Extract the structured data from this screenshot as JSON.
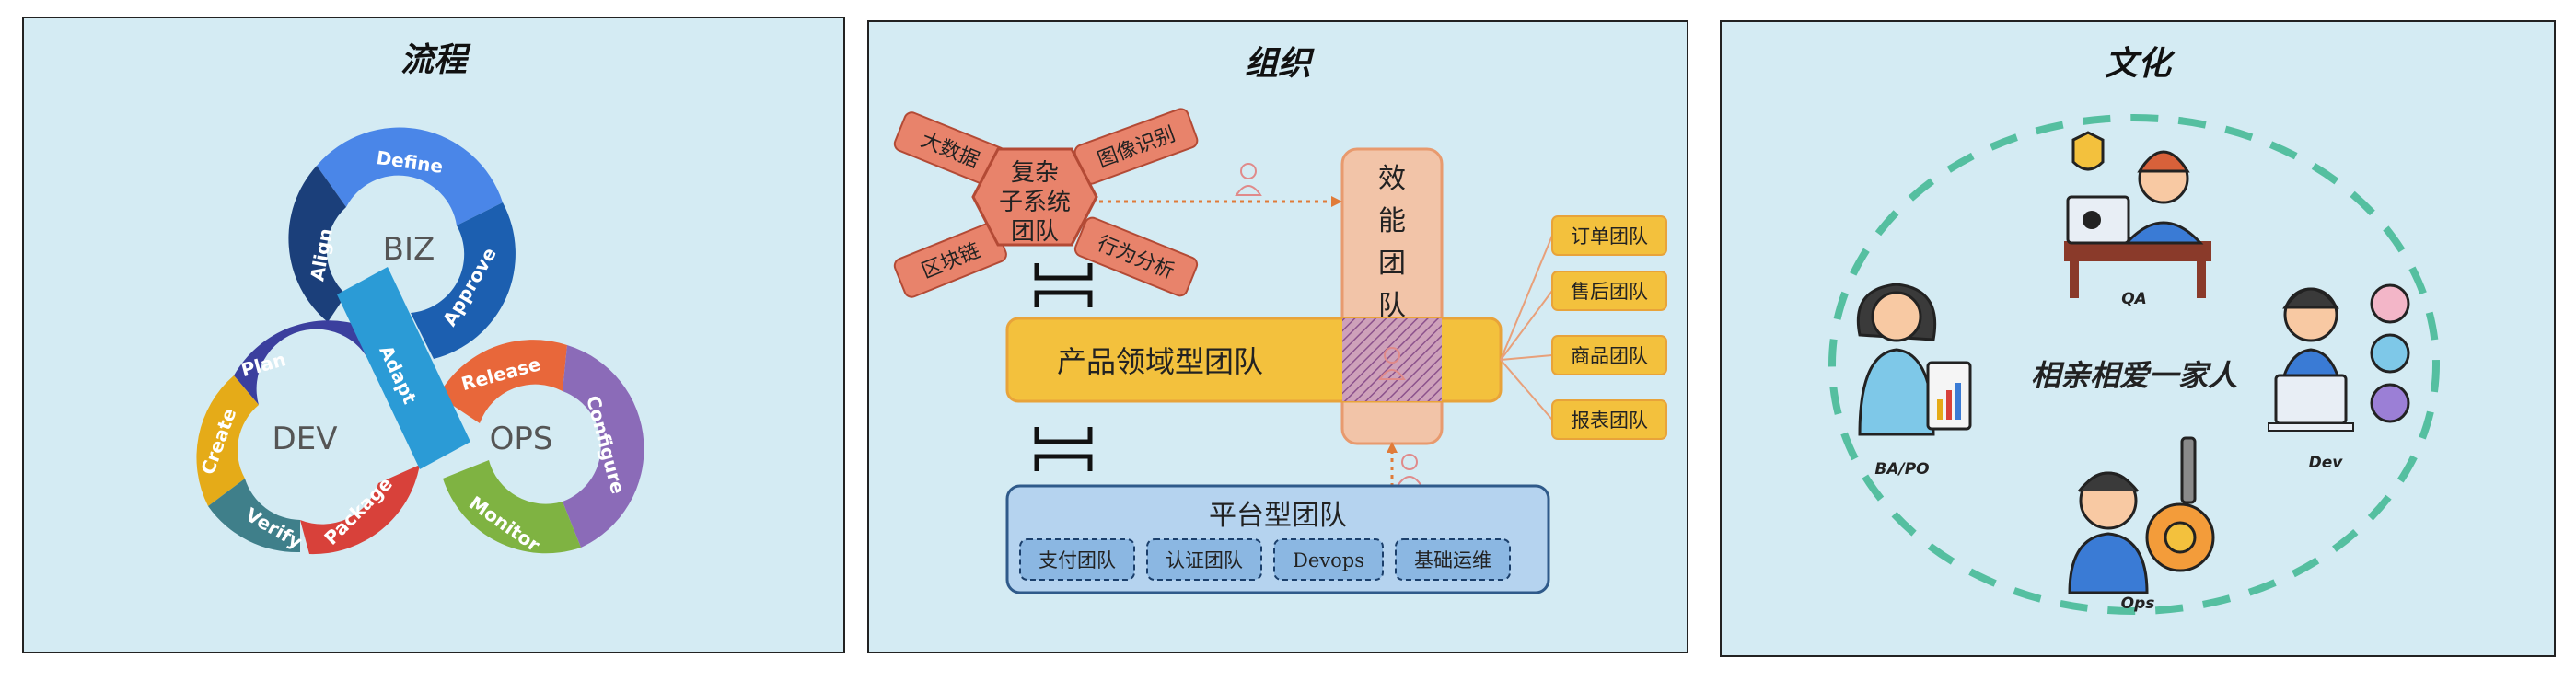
{
  "panels": {
    "process": {
      "title": "流程",
      "hub_biz": "BIZ",
      "hub_dev": "DEV",
      "hub_ops": "OPS",
      "segments": {
        "define": "Define",
        "approve": "Approve",
        "align": "Align",
        "adapt": "Adapt",
        "plan": "Plan",
        "create": "Create",
        "verify": "Verify",
        "package": "Package",
        "release": "Release",
        "configure": "Configure",
        "monitor": "Monitor"
      },
      "colors": {
        "define": "#4a86e8",
        "approve": "#1c5fb0",
        "align": "#1b3f7a",
        "adapt": "#2b9bd6",
        "plan": "#3b3f9e",
        "create": "#e5ab18",
        "verify": "#3f7f8a",
        "package": "#d8413a",
        "release": "#e8673a",
        "configure": "#8b6bb8",
        "monitor": "#7fb342"
      }
    },
    "organization": {
      "title": "组织",
      "complex_subsystem": [
        "复杂",
        "子系统",
        "团队"
      ],
      "complex_members": [
        "大数据",
        "图像识别",
        "区块链",
        "行为分析"
      ],
      "enablement": [
        "效",
        "能",
        "团",
        "队"
      ],
      "product_domain": "产品领域型团队",
      "product_teams": [
        "订单团队",
        "售后团队",
        "商品团队",
        "报表团队"
      ],
      "platform": "平台型团队",
      "platform_teams": [
        "支付团队",
        "认证团队",
        "Devops",
        "基础运维"
      ]
    },
    "culture": {
      "title": "文化",
      "slogan": "相亲相爱一家人",
      "roles": {
        "qa": "QA",
        "ba": "BA/PO",
        "dev": "Dev",
        "ops": "Ops"
      }
    }
  }
}
